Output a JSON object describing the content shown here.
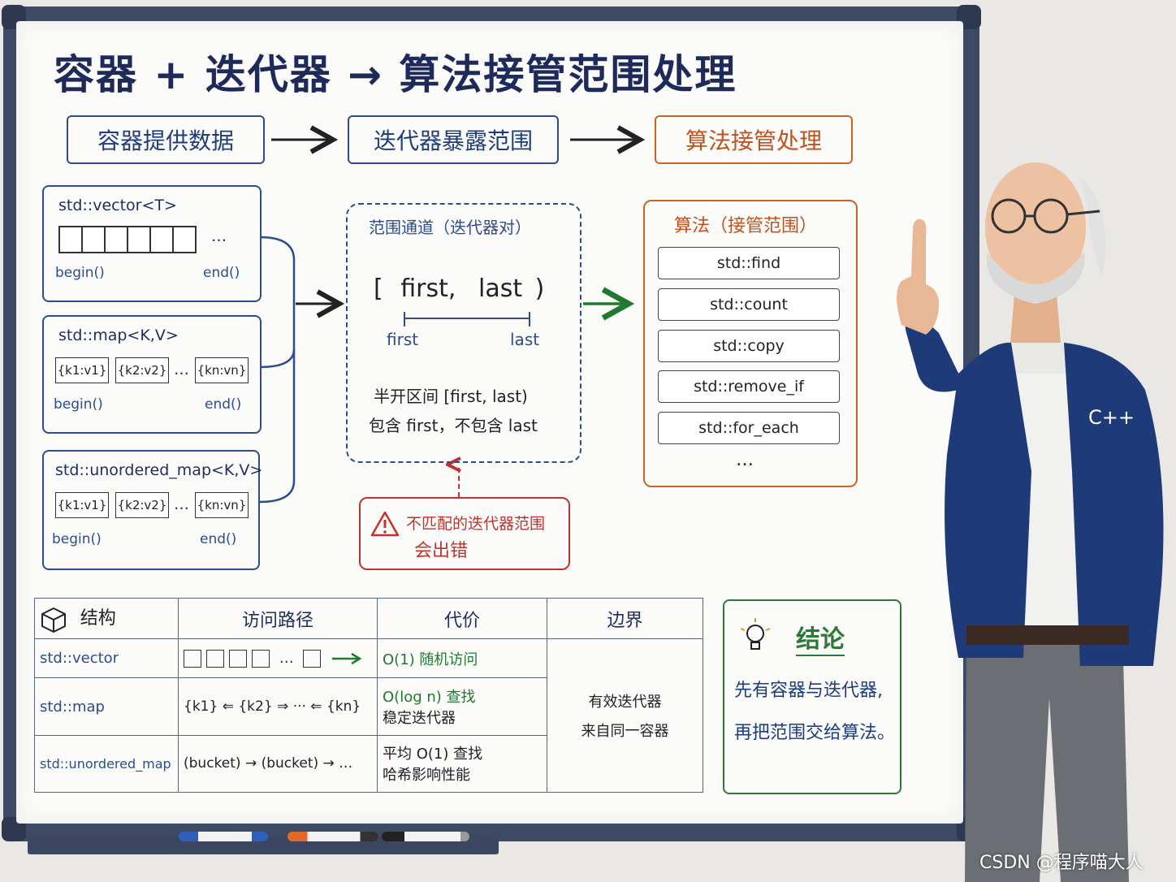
{
  "title": "容器 + 迭代器 → 算法接管范围处理",
  "flow": [
    "容器提供数据",
    "迭代器暴露范围",
    "算法接管处理"
  ],
  "containers": [
    {
      "name": "std::vector<T>",
      "begin": "begin()",
      "end": "end()",
      "more": "…"
    },
    {
      "name": "std::map<K,V>",
      "begin": "begin()",
      "end": "end()",
      "kv": [
        "{k1:v1}",
        "{k2:v2}",
        "…",
        "{kn:vn}"
      ]
    },
    {
      "name": "std::unordered_map<K,V>",
      "begin": "begin()",
      "end": "end()",
      "kv": [
        "{k1:v1}",
        "{k2:v2}",
        "…",
        "{kn:vn}"
      ]
    }
  ],
  "range": {
    "title": "范围通道（迭代器对）",
    "open": "[",
    "first": "first",
    "comma": ",",
    "last": "last",
    "close": ")",
    "first_label": "first",
    "last_label": "last",
    "line1": "半开区间 [first, last)",
    "line2": "包含 first，不包含 last"
  },
  "warning": {
    "line1": "不匹配的迭代器范围",
    "line2": "会出错"
  },
  "algorithms": {
    "title": "算法（接管范围）",
    "items": [
      "std::find",
      "std::count",
      "std::copy",
      "std::remove_if",
      "std::for_each"
    ],
    "more": "…"
  },
  "table": {
    "headers": [
      "结构",
      "访问路径",
      "代价",
      "边界"
    ],
    "rows": [
      {
        "name": "std::vector",
        "path_end": "…",
        "cost": "O(1) 随机访问"
      },
      {
        "name": "std::map",
        "path": "{k1} ⇐ {k2} ⇒ ··· ⇐ {kn}",
        "cost1": "O(log n) 查找",
        "cost2": "稳定迭代器"
      },
      {
        "name": "std::unordered_map",
        "path": "(bucket) → (bucket) → …",
        "cost1": "平均 O(1) 查找",
        "cost2": "哈希影响性能"
      }
    ],
    "boundary1": "有效迭代器",
    "boundary2": "来自同一容器"
  },
  "conclusion": {
    "title": "结论",
    "line1": "先有容器与迭代器,",
    "line2": "再把范围交给算法。"
  },
  "jacket_badge": "C++",
  "watermark": "CSDN @程序喵大人",
  "colors": {
    "navy": "#2d4c8c",
    "orange": "#c8642a",
    "red": "#c0322e",
    "green": "#2c7a35",
    "jacket": "#1f3a78"
  }
}
